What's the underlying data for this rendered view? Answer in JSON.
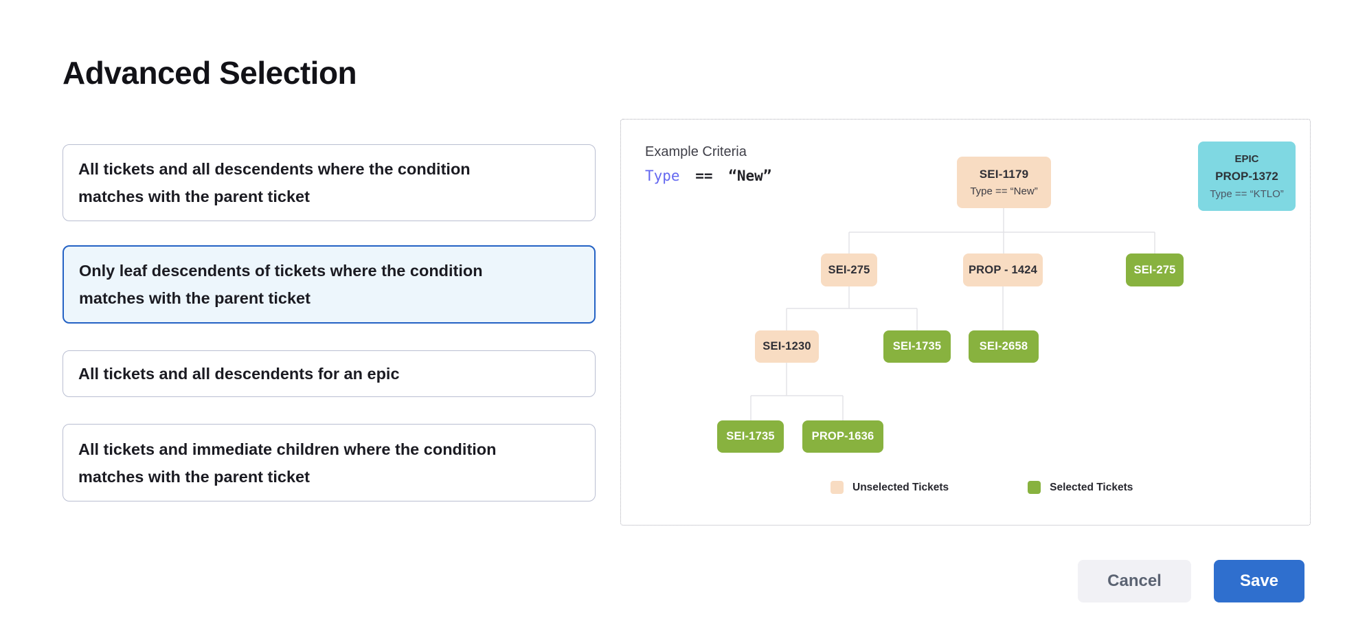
{
  "title": "Advanced Selection",
  "options": [
    {
      "label": "All tickets and all descendents where the condition matches with the parent ticket",
      "selected": false
    },
    {
      "label": "Only leaf descendents of tickets where the condition matches with the parent ticket",
      "selected": true
    },
    {
      "label": "All tickets and all descendents for an epic",
      "selected": false
    },
    {
      "label": "All tickets and immediate children where the condition matches with the parent ticket",
      "selected": false
    }
  ],
  "example": {
    "heading": "Example Criteria",
    "criteria": {
      "field": "Type",
      "operator": "==",
      "value": "“New”"
    },
    "epic_card": {
      "kind": "EPIC",
      "id": "PROP-1372",
      "criteria": "Type == “KTLO”"
    },
    "tree": {
      "nodes": [
        {
          "label": "SEI-1179",
          "subtitle": "Type == “New”",
          "state": "unselected"
        },
        {
          "label": "SEI-275",
          "state": "unselected"
        },
        {
          "label": "PROP - 1424",
          "state": "unselected"
        },
        {
          "label": "SEI-275",
          "state": "selected"
        },
        {
          "label": "SEI-1230",
          "state": "unselected"
        },
        {
          "label": "SEI-1735",
          "state": "selected"
        },
        {
          "label": "SEI-2658",
          "state": "selected"
        },
        {
          "label": "SEI-1735",
          "state": "selected"
        },
        {
          "label": "PROP-1636",
          "state": "selected"
        }
      ]
    },
    "legend": [
      {
        "label": "Unselected Tickets",
        "color": "#f8dcc2"
      },
      {
        "label": "Selected Tickets",
        "color": "#88b23f"
      }
    ]
  },
  "footer": {
    "cancel_label": "Cancel",
    "save_label": "Save"
  },
  "colors": {
    "selected_card_border": "#2361c4",
    "selected_card_bg": "#edf6fc",
    "unselected_ticket": "#f8dcc2",
    "selected_ticket": "#88b23f",
    "epic_ticket": "#7fd8e2",
    "save_button": "#2f6fce",
    "criteria_field": "#6468f0",
    "connector": "#e2e2e7"
  }
}
